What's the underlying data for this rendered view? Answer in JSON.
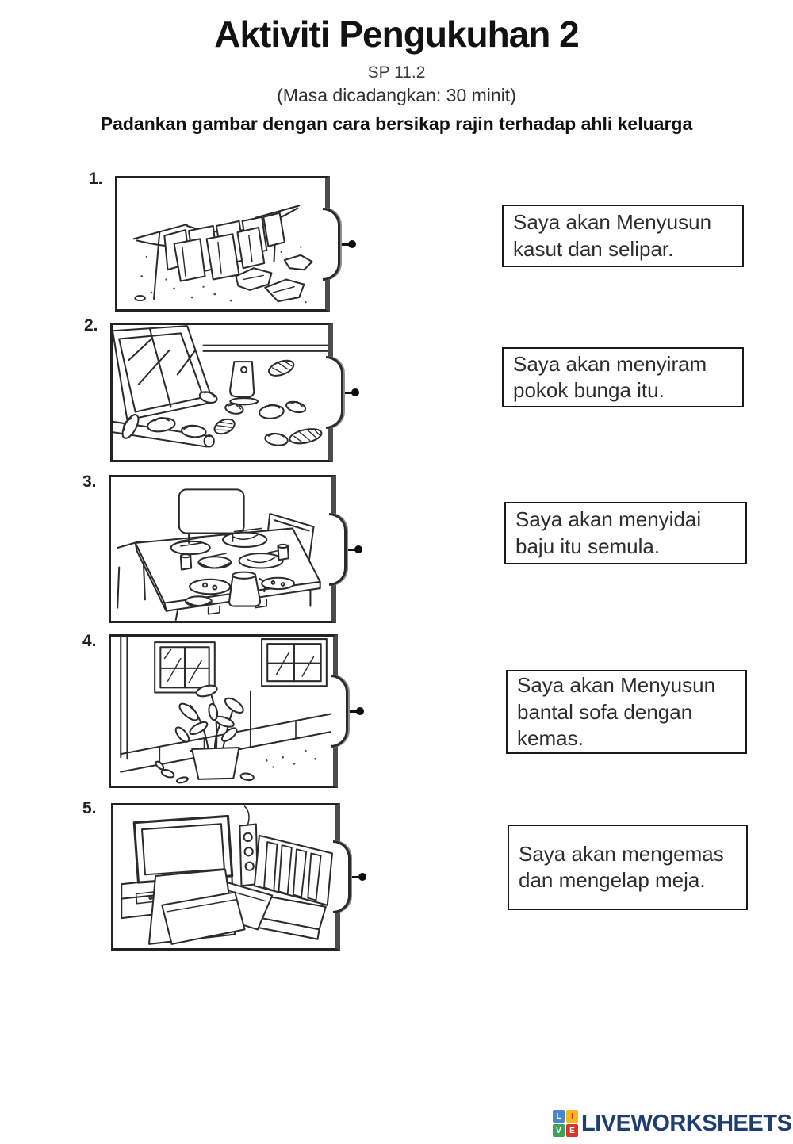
{
  "header": {
    "title": "Aktiviti Pengukuhan 2",
    "subtitle": "SP 11.2",
    "time_note": "(Masa dicadangkan: 30 minit)",
    "instruction": "Padankan gambar dengan cara bersikap rajin terhadap ahli keluarga"
  },
  "match_items": [
    {
      "number": "1.",
      "scene": "clothes-fallen-from-clothesline"
    },
    {
      "number": "2.",
      "scene": "shoes-and-slippers-scattered-at-doorway"
    },
    {
      "number": "3.",
      "scene": "messy-dining-table-with-dirty-dishes"
    },
    {
      "number": "4.",
      "scene": "wilting-flower-pot-outside-house"
    },
    {
      "number": "5.",
      "scene": "untidy-living-room-sofa-and-tv"
    }
  ],
  "answers": [
    {
      "text": "Saya akan Menyusun kasut dan selipar."
    },
    {
      "text": "Saya akan menyiram pokok bunga itu."
    },
    {
      "text": "Saya akan menyidai baju itu semula."
    },
    {
      "text": "Saya akan Menyusun bantal sofa dengan kemas."
    },
    {
      "text": "Saya akan mengemas dan mengelap meja."
    }
  ],
  "footer": {
    "logo_text": "LIVEWORKSHEETS",
    "logo_color": "#1d3e6f",
    "logo_squares": [
      {
        "letter": "L",
        "color": "#4a86c8",
        "letter_color": "#ffffff"
      },
      {
        "letter": "I",
        "color": "#f5b91e",
        "letter_color": "#d9352b"
      },
      {
        "letter": "V",
        "color": "#3fa15c",
        "letter_color": "#ffffff"
      },
      {
        "letter": "E",
        "color": "#d9352b",
        "letter_color": "#ffffff"
      }
    ]
  }
}
